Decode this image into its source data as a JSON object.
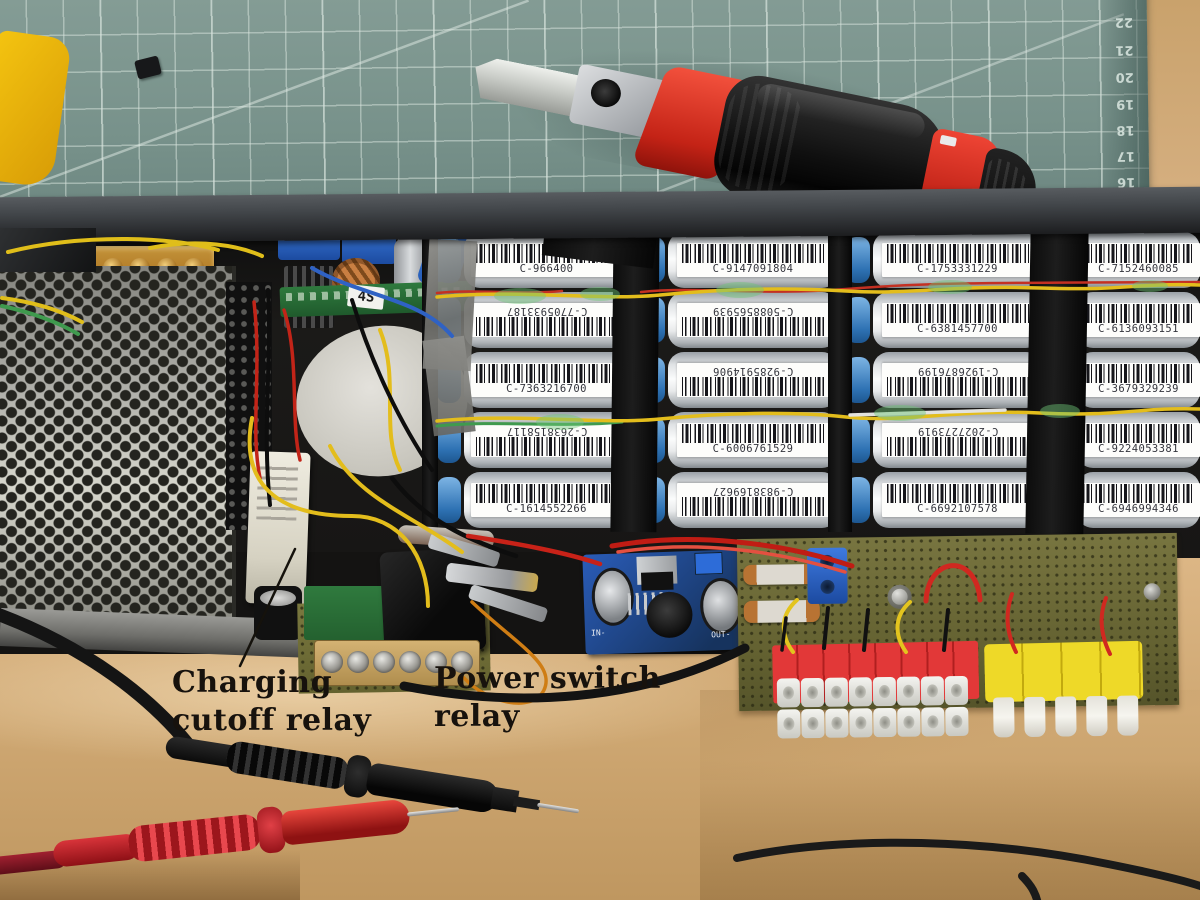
{
  "annotations": {
    "charging_cutoff": {
      "line1": "Charging",
      "line2": "cutoff relay"
    },
    "power_switch": {
      "line1": "Power switch",
      "line2": "relay"
    }
  },
  "cutting_mat": {
    "ruler_numbers": [
      "22",
      "21",
      "20",
      "19",
      "18",
      "17",
      "16"
    ]
  },
  "bms": {
    "label": "4S"
  },
  "converter": {
    "in_label": "IN-",
    "out_label": "OUT-"
  },
  "battery_pack": {
    "columns": [
      {
        "cells": [
          {
            "serial": "C-966400",
            "flipped": false
          },
          {
            "serial": "C-7705933187",
            "flipped": true
          },
          {
            "serial": "C-7363216700",
            "flipped": false
          },
          {
            "serial": "C-2638158117",
            "flipped": true
          },
          {
            "serial": "C-1614552266",
            "flipped": false
          }
        ]
      },
      {
        "cells": [
          {
            "serial": "C-9147091804",
            "flipped": false
          },
          {
            "serial": "C-5088565939",
            "flipped": true
          },
          {
            "serial": "C-9285914906",
            "flipped": true
          },
          {
            "serial": "C-6006761529",
            "flipped": false
          },
          {
            "serial": "C-9838169627",
            "flipped": true
          }
        ]
      },
      {
        "cells": [
          {
            "serial": "C-1753331229",
            "flipped": false
          },
          {
            "serial": "C-6381457700",
            "flipped": false
          },
          {
            "serial": "C-1926876199",
            "flipped": true
          },
          {
            "serial": "C-2027273919",
            "flipped": true
          },
          {
            "serial": "C-6692107578",
            "flipped": false
          }
        ]
      },
      {
        "cells": [
          {
            "serial": "C-7152460085",
            "flipped": false
          },
          {
            "serial": "C-6136093151",
            "flipped": false
          },
          {
            "serial": "C-3679329239",
            "flipped": false
          },
          {
            "serial": "C-9224053381",
            "flipped": false
          },
          {
            "serial": "C-6946994346",
            "flipped": false
          }
        ]
      }
    ]
  },
  "colors": {
    "mat": "#7e968f",
    "wood": "#d6b183",
    "tape": "#151515",
    "battery_blue": "#3d86c8",
    "wire_yellow": "#e3bd1c",
    "wire_red": "#c43022",
    "connector_red": "#e23838",
    "connector_yellow": "#eed928",
    "knife_red": "#e03024",
    "annotation_text": "#17120d"
  }
}
